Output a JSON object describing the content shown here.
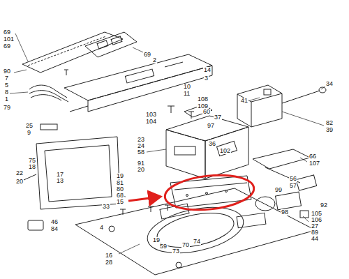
{
  "diagram": {
    "labels": [
      "69",
      "101",
      "69",
      "90",
      "7",
      "5",
      "8",
      "1",
      "79",
      "69",
      "2",
      "14",
      "3",
      "10",
      "11",
      "108",
      "109",
      "34",
      "41",
      "82",
      "39",
      "103",
      "104",
      "60",
      "37",
      "97",
      "36",
      "102",
      "25",
      "9",
      "23",
      "24",
      "58",
      "91",
      "20",
      "22",
      "20",
      "75",
      "18",
      "17",
      "13",
      "19",
      "81",
      "80",
      "68",
      "15",
      "33",
      "4",
      "46",
      "84",
      "16",
      "28",
      "19",
      "59",
      "73",
      "70",
      "74",
      "66",
      "107",
      "99",
      "56",
      "57",
      "92",
      "105",
      "106",
      "27",
      "89",
      "44",
      "98"
    ]
  }
}
